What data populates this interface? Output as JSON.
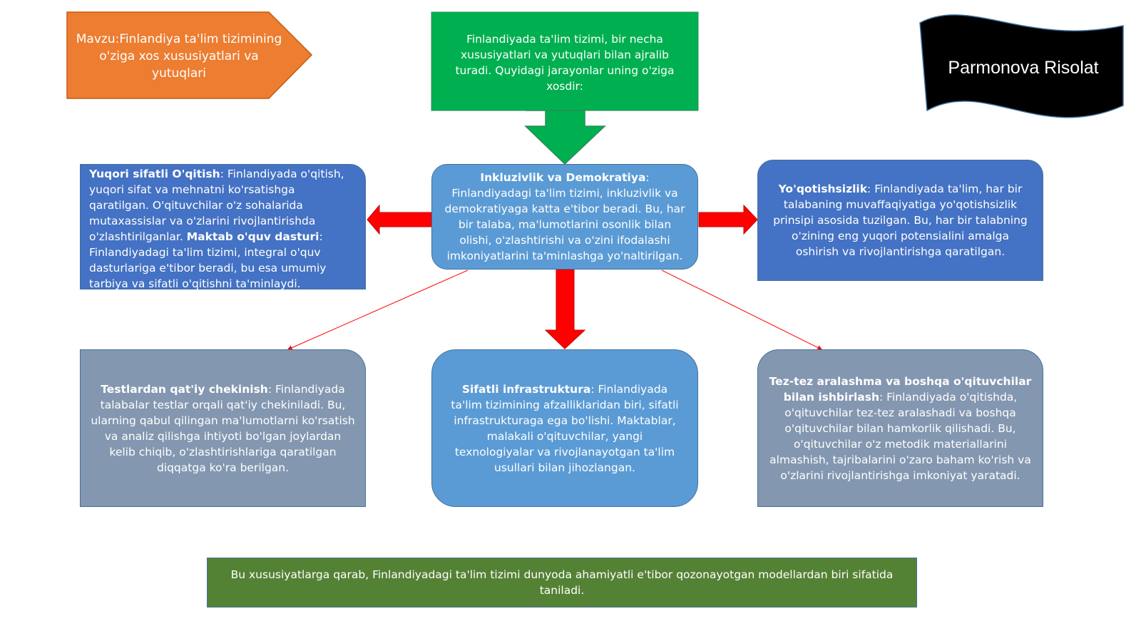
{
  "topic": {
    "text": "Mavzu:Finlandiya ta'lim tizimining o'ziga xos xususiyatlari va yutuqlari",
    "color": "#ED7D31"
  },
  "intro": {
    "text": "Finlandiyada ta'lim tizimi, bir necha xususiyatlari va yutuqlari bilan ajralib turadi. Quyidagi jarayonlar uning o'ziga xosdir:",
    "color": "#00B050"
  },
  "author": {
    "name": "Parmonova Risolat",
    "color": "#000000"
  },
  "center": {
    "title": "Inkluzivlik va Demokratiya",
    "body": ": Finlandiyadagi ta'lim tizimi, inkluzivlik va demokratiyaga katta e'tibor beradi. Bu, har bir talaba, ma'lumotlarini osonlik bilan olishi, o'zlashtirishi va o'zini ifodalashi imkoniyatlarini ta'minlashga yo'naltirilgan.",
    "color": "#5B9BD5"
  },
  "left_box": {
    "title1": "Yuqori sifatli O'qitish",
    "body1": ": Finlandiyada o'qitish, yuqori sifat va mehnatni ko'rsatishga qaratilgan. O'qituvchilar o'z sohalarida mutaxassislar va o'zlarini rivojlantirishda o'zlashtirilganlar.",
    "title2": "Maktab o'quv dasturi",
    "body2": ": Finlandiyadagi ta'lim tizimi, integral o'quv dasturlariga e'tibor beradi, bu esa umumiy tarbiya va sifatli o'qitishni ta'minlaydi.",
    "color": "#4472C4"
  },
  "right_box": {
    "title": "Yo'qotishsizlik",
    "body": ": Finlandiyada ta'lim, har bir talabaning muvaffaqiyatiga yo'qotishsizlik prinsipi asosida tuzilgan. Bu, har bir talabning o'zining eng yuqori potensialini amalga oshirish va rivojlantirishga qaratilgan.",
    "color": "#4472C4"
  },
  "bottom_left": {
    "title": "Testlardan qat'iy chekinish",
    "body": ": Finlandiyada talabalar testlar orqali qat'iy chekiniladi. Bu, ularning qabul qilingan ma'lumotlarni ko'rsatish va analiz qilishga ihtiyoti bo'lgan joylardan kelib chiqib, o'zlashtirishlariga qaratilgan diqqatga ko'ra berilgan.",
    "color": "#8497B0"
  },
  "bottom_center": {
    "title": "Sifatli infrastruktura",
    "body": ": Finlandiyada ta'lim tizimining afzalliklaridan biri, sifatli infrastrukturaga ega bo'lishi. Maktablar, malakali o'qituvchilar, yangi texnologiyalar va rivojlanayotgan ta'lim usullari bilan jihozlangan.",
    "color": "#5B9BD5"
  },
  "bottom_right": {
    "title": "Tez-tez aralashma va boshqa o'qituvchilar bilan ishbirlash",
    "body": ": Finlandiyada o'qitishda, o'qituvchilar tez-tez aralashadi va boshqa o'qituvchilar bilan hamkorlik qilishadi. Bu, o'qituvchilar o'z metodik materiallarini almashish, tajribalarini o'zaro baham ko'rish va o'zlarini rivojlantirishga imkoniyat yaratadi.",
    "color": "#8497B0"
  },
  "conclusion": {
    "text": "Bu xususiyatlarga qarab, Finlandiyadagi ta'lim tizimi dunyoda ahamiyatli e'tibor qozonayotgan modellardan biri sifatida taniladi.",
    "color": "#548235"
  },
  "colors": {
    "arrow_red": "#FF0000",
    "arrow_green": "#00B050",
    "border_blue": "#41719C"
  }
}
